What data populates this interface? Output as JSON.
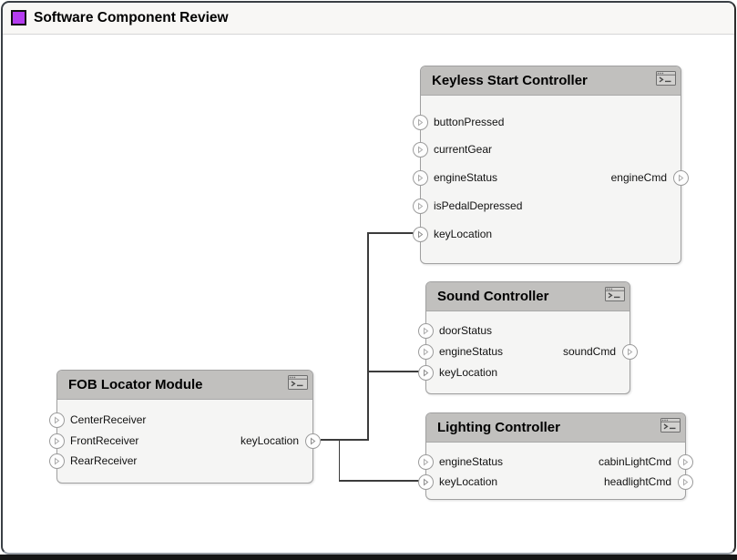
{
  "page": {
    "title": "Software Component Review",
    "title_badge_color": "#b53cf0"
  },
  "blocks": [
    {
      "title": "Keyless Start Controller",
      "icon": "terminal-window-icon",
      "inputs": [
        "buttonPressed",
        "currentGear",
        "engineStatus",
        "isPedalDepressed",
        "keyLocation"
      ],
      "outputs": [
        "engineCmd"
      ]
    },
    {
      "title": "Sound Controller",
      "icon": "terminal-window-icon",
      "inputs": [
        "doorStatus",
        "engineStatus",
        "keyLocation"
      ],
      "outputs": [
        "soundCmd"
      ]
    },
    {
      "title": "Lighting Controller",
      "icon": "terminal-window-icon",
      "inputs": [
        "engineStatus",
        "keyLocation"
      ],
      "outputs": [
        "cabinLightCmd",
        "headlightCmd"
      ]
    },
    {
      "title": "FOB Locator Module",
      "icon": "terminal-window-icon",
      "inputs": [
        "CenterReceiver",
        "FrontReceiver",
        "RearReceiver"
      ],
      "outputs": [
        "keyLocation"
      ]
    }
  ],
  "connections": [
    {
      "from": "FOB Locator Module.keyLocation",
      "to": "Keyless Start Controller.keyLocation"
    },
    {
      "from": "FOB Locator Module.keyLocation",
      "to": "Sound Controller.keyLocation"
    },
    {
      "from": "FOB Locator Module.keyLocation",
      "to": "Lighting Controller.keyLocation"
    }
  ],
  "colors": {
    "block_header": "#c1c0be",
    "block_body": "#f5f5f4",
    "block_border": "#a0a0a0",
    "wire": "#3c3c3c",
    "badge": "#b53cf0"
  }
}
